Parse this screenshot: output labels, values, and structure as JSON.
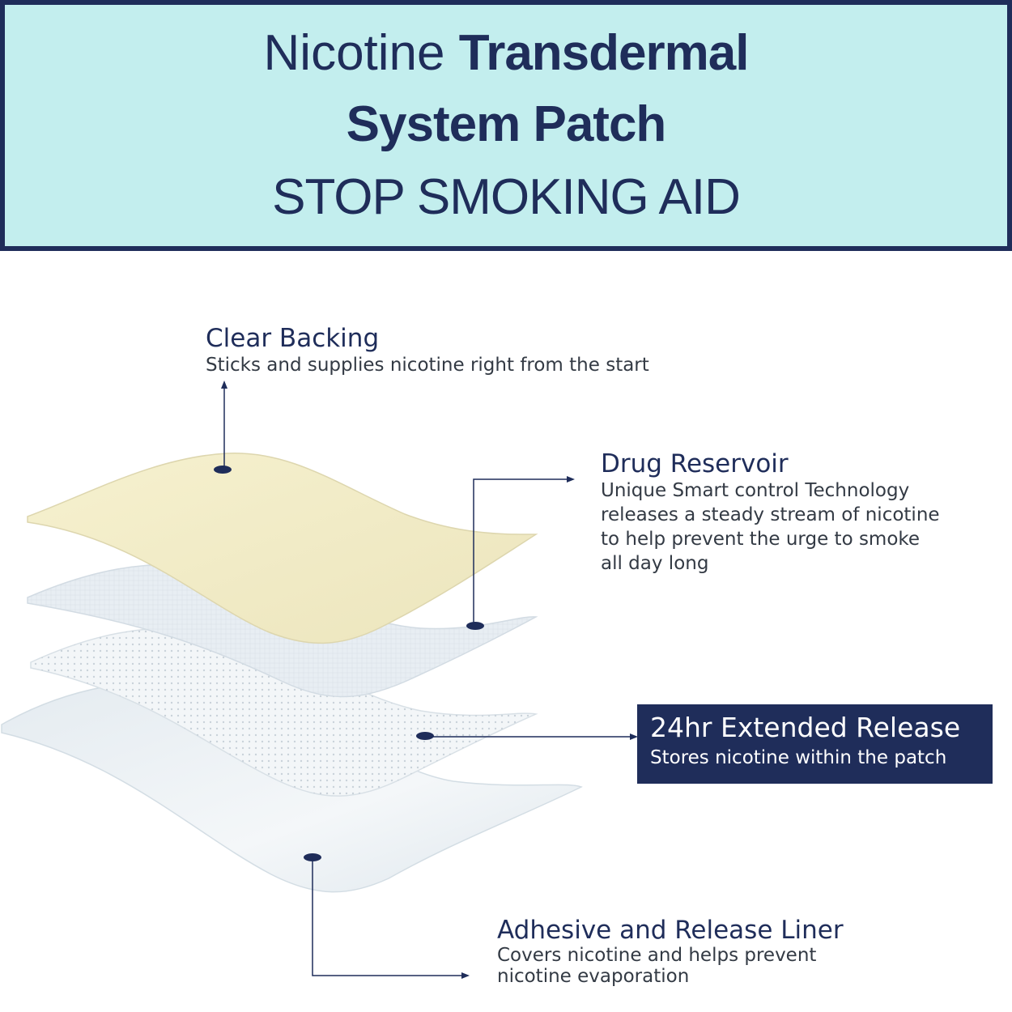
{
  "header": {
    "line1_regular": "Nicotine",
    "line1_bold": "Transdermal",
    "line2": "System Patch",
    "line3": "STOP SMOKING AID"
  },
  "layers": [
    {
      "title": "Clear Backing",
      "description": [
        "Sticks and supplies nicotine right from the start"
      ]
    },
    {
      "title": "Drug Reservoir",
      "description": [
        "Unique Smart control Technology",
        "releases a steady stream of nicotine",
        "to help prevent the urge to smoke",
        "all day long"
      ]
    },
    {
      "title": "24hr Extended Release",
      "description": [
        "Stores nicotine within the patch"
      ]
    },
    {
      "title": "Adhesive and Release Liner",
      "description": [
        "Covers nicotine and helps prevent",
        "nicotine evaporation"
      ]
    }
  ],
  "colors": {
    "banner_background": "#c3eeee",
    "navy": "#1f2d5a",
    "backing_layer": "#f4efc8",
    "reservoir_layer": "#e6edf3",
    "release_layer": "#f1f4f6",
    "liner_layer": "#eaf0f4"
  }
}
